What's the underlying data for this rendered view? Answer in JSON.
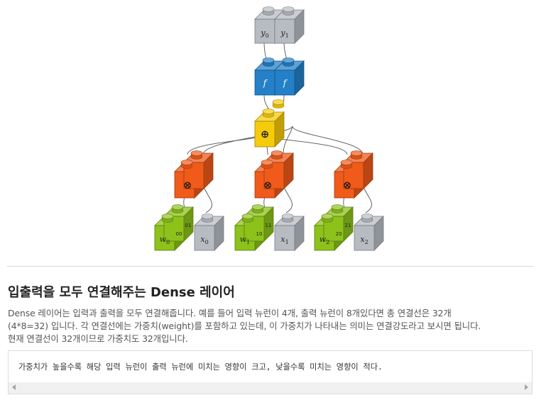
{
  "figure": {
    "out_labels": [
      "y0",
      "y1"
    ],
    "activation_labels": [
      "f",
      "f"
    ],
    "sum_symbol": "⊕",
    "mul_symbol": "⊗",
    "groups": [
      {
        "weight": "w0",
        "input": "x0",
        "idx_a": "00",
        "idx_b": "01"
      },
      {
        "weight": "w1",
        "input": "x1",
        "idx_a": "10",
        "idx_b": "11"
      },
      {
        "weight": "w2",
        "input": "x2",
        "idx_a": "20",
        "idx_b": "21"
      }
    ],
    "colors": {
      "output_gray": "#b7bcc3",
      "activation_blue": "#2480c8",
      "sum_yellow": "#f5cb0c",
      "mul_orange": "#f05a1a",
      "weight_green": "#8cc21a",
      "input_gray": "#b7bcc3"
    }
  },
  "section": {
    "title": "입출력을 모두 연결해주는 Dense 레이어",
    "lines": [
      "Dense 레이어는 입력과 출력을 모두 연결해줍니다. 예를 들어 입력 뉴런이 4개, 출력 뉴런이 8개있다면 총 연결선은 32개",
      "(4*8=32) 입니다. 각 연결선에는 가중치(weight)를 포함하고 있는데, 이 가중치가 나타내는 의미는 연결강도라고 보시면 됩니다.",
      "현재 연결선이 32개이므로 가중치도 32개입니다."
    ],
    "code": "가중치가 높을수록 해당 입력 뉴런이 출력 뉴런에 미치는 영향이 크고, 낮을수록 미치는 영향이 적다."
  }
}
